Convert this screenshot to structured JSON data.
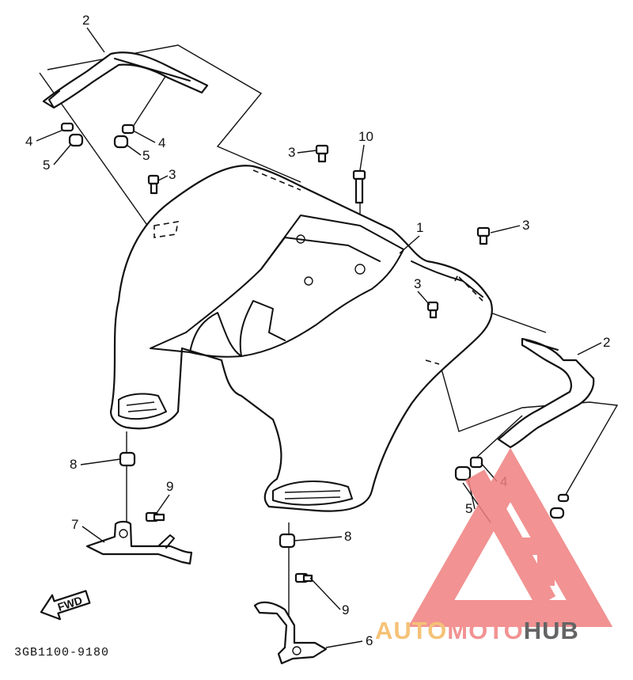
{
  "diagram": {
    "drawing_code": "3GB1100-9180",
    "fwd_label": "FWD",
    "callouts": [
      {
        "id": "c2a",
        "text": "2"
      },
      {
        "id": "c4a",
        "text": "4"
      },
      {
        "id": "c5a",
        "text": "5"
      },
      {
        "id": "c4b",
        "text": "4"
      },
      {
        "id": "c5b",
        "text": "5"
      },
      {
        "id": "c3a",
        "text": "3"
      },
      {
        "id": "c3b",
        "text": "3"
      },
      {
        "id": "c10",
        "text": "10"
      },
      {
        "id": "c1",
        "text": "1"
      },
      {
        "id": "c3c",
        "text": "3"
      },
      {
        "id": "c3d",
        "text": "3"
      },
      {
        "id": "c2b",
        "text": "2"
      },
      {
        "id": "c8a",
        "text": "8"
      },
      {
        "id": "c9a",
        "text": "9"
      },
      {
        "id": "c7",
        "text": "7"
      },
      {
        "id": "c4c",
        "text": "4"
      },
      {
        "id": "c5c",
        "text": "5"
      },
      {
        "id": "c8b",
        "text": "8"
      },
      {
        "id": "c9b",
        "text": "9"
      },
      {
        "id": "c6",
        "text": "6"
      }
    ]
  },
  "watermark": {
    "part_1": "AUTO",
    "part_2": "MOTO",
    "part_3": "HUB",
    "color_1": "#f4b860",
    "color_2": "#f08080",
    "color_3": "#4a4a4a"
  }
}
